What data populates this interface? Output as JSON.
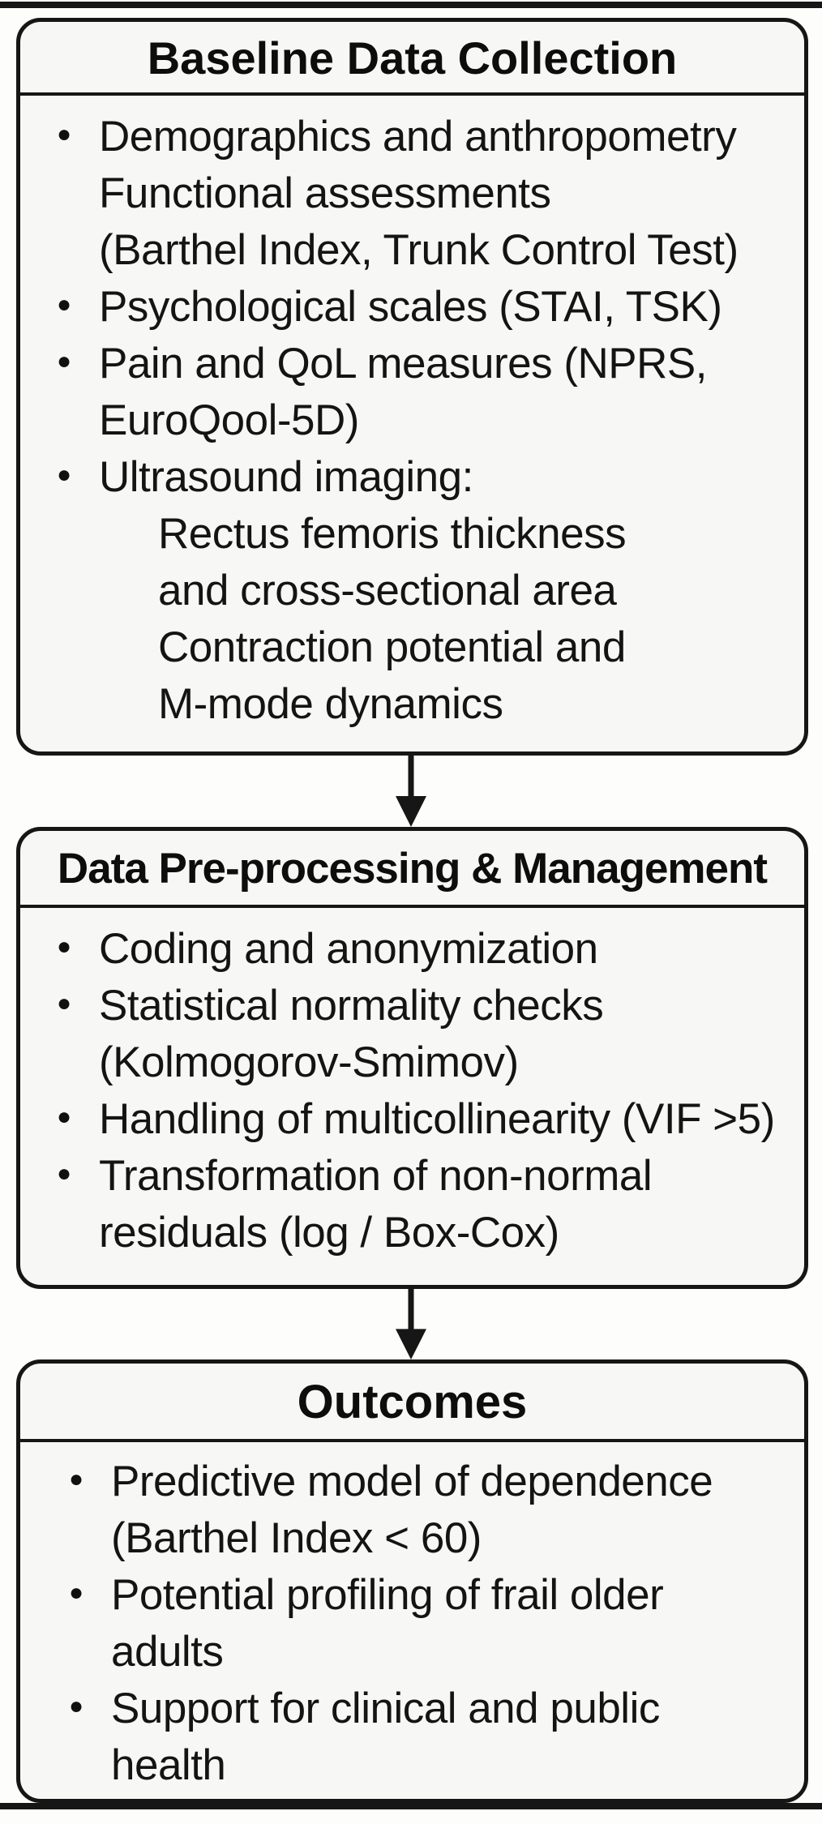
{
  "figure": {
    "colors": {
      "ink": "#161616",
      "panel_bg": "#f7f7f5",
      "page_bg": "#fdfdfc"
    },
    "icons": {
      "flow_arrow": "down-arrow",
      "bullet": "●"
    },
    "boxes": [
      {
        "title": "Baseline Data Collection",
        "items": [
          {
            "lines": [
              {
                "text": "Demographics and anthropometry"
              },
              {
                "text": "Functional assessments"
              },
              {
                "text": "(Barthel Index, Trunk Control Test)"
              }
            ]
          },
          {
            "lines": [
              {
                "text": "Psychological scales (STAI, TSK)"
              }
            ]
          },
          {
            "lines": [
              {
                "text": "Pain and QoL measures (NPRS,"
              },
              {
                "text": "EuroQool-5D)"
              }
            ]
          },
          {
            "lines": [
              {
                "text": "Ultrasound imaging:"
              },
              {
                "text": "Rectus femoris thickness",
                "indent": "deep"
              },
              {
                "text": "and cross-sectional area",
                "indent": "deep"
              },
              {
                "text": "Contraction potential and",
                "indent": "deep"
              },
              {
                "text": "M-mode dynamics",
                "indent": "deep"
              }
            ]
          }
        ]
      },
      {
        "title": "Data Pre-processing & Management",
        "items": [
          {
            "lines": [
              {
                "text": "Coding and anonymization"
              }
            ]
          },
          {
            "lines": [
              {
                "text": "Statistical normality checks"
              },
              {
                "text": "(Kolmogorov-Smimov)"
              }
            ]
          },
          {
            "lines": [
              {
                "text": "Handling of multicollinearity (VIF >5)"
              }
            ]
          },
          {
            "lines": [
              {
                "text": "Transformation of non-normal"
              },
              {
                "text": "residuals (log / Box-Cox)"
              }
            ]
          }
        ]
      },
      {
        "title": "Outcomes",
        "items": [
          {
            "lines": [
              {
                "text": "Predictive model of dependence"
              },
              {
                "text": "(Barthel Index < 60)"
              }
            ]
          },
          {
            "lines": [
              {
                "text": "Potential profiling of frail older"
              },
              {
                "text": "adults"
              }
            ]
          },
          {
            "lines": [
              {
                "text": "Support for clinical and public"
              },
              {
                "text": "health"
              }
            ]
          }
        ]
      }
    ]
  }
}
